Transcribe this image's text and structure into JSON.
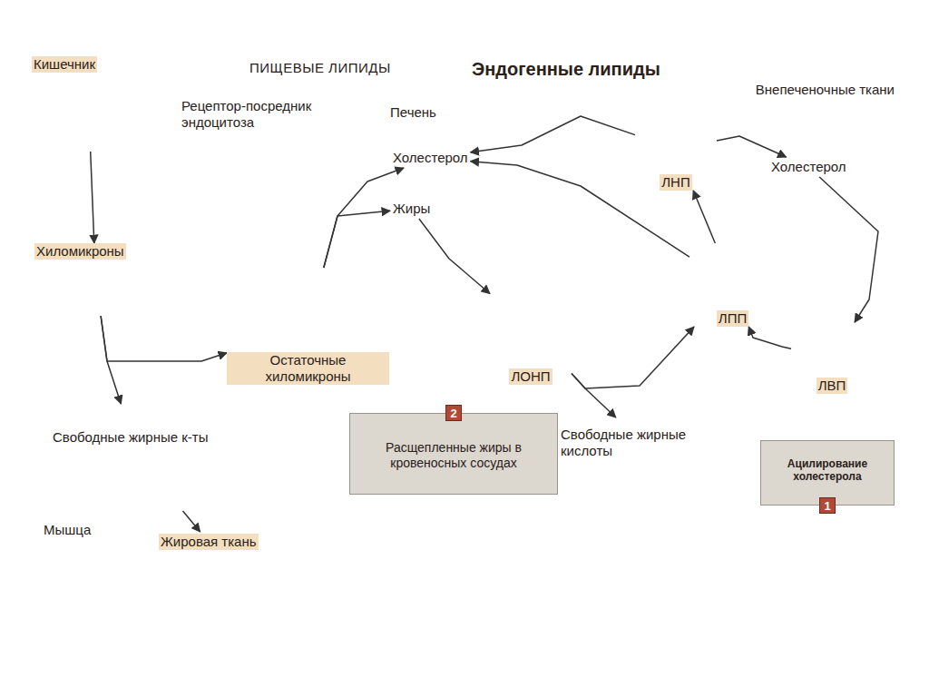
{
  "diagram": {
    "title": "Эндогенные липиды",
    "nodes": [
      {
        "text": [
          "Кишечник"
        ]
      },
      {
        "text": [
          "Хиломикроны"
        ]
      },
      {
        "text": [
          "Остаточные хиломикроны"
        ]
      },
      {
        "text": [
          "Печень"
        ]
      },
      {
        "text": [
          "Холестерол"
        ],
        "in": 3
      },
      {
        "text": [
          "Жиры"
        ],
        "in": 3
      },
      {
        "text": [
          "ЛОНП"
        ]
      },
      {
        "text": [
          "ЛПП"
        ]
      },
      {
        "text": [
          "ЛНП"
        ]
      },
      {
        "text": [
          "Внепеченочные ткани"
        ]
      },
      {
        "text": [
          "Холестерол"
        ],
        "in": 9
      },
      {
        "text": [
          "ЛВП"
        ]
      },
      {
        "text": [
          "Свободные жирные к-ты",
          "Мышца"
        ]
      },
      {
        "text": [
          "Жировая ткань"
        ]
      },
      {
        "text": [
          "Свободные жирные кислоты"
        ]
      },
      {
        "text": [
          "2",
          "Расщепленные жиры в кровеносных сосудах"
        ]
      },
      {
        "text": [
          "Ацилирование холестерола",
          "1"
        ]
      }
    ],
    "edges": [
      {
        "from": 0,
        "to": 1,
        "arrow": "to"
      },
      {
        "from": 1,
        "to": 2,
        "arrow": "to"
      },
      {
        "from": 1,
        "to": 12,
        "arrow": "to"
      },
      {
        "from": 12,
        "to": 13,
        "arrow": "to"
      },
      {
        "from": 2,
        "to": 5,
        "arrow": "to"
      },
      {
        "from": 2,
        "to": 4,
        "arrow": "to"
      },
      {
        "from": 5,
        "to": 6,
        "arrow": "to"
      },
      {
        "from": 6,
        "to": 7,
        "arrow": "to"
      },
      {
        "from": 6,
        "to": 14,
        "arrow": "to"
      },
      {
        "from": 7,
        "to": 4,
        "arrow": "to"
      },
      {
        "from": 7,
        "to": 8,
        "arrow": "to"
      },
      {
        "from": 8,
        "to": 4,
        "arrow": "to"
      },
      {
        "from": 8,
        "to": 10,
        "arrow": "to"
      },
      {
        "from": 10,
        "to": 11,
        "arrow": "to"
      },
      {
        "from": 11,
        "to": 7,
        "arrow": "to"
      }
    ],
    "labels": [
      "ПИЩЕВЫЕ ЛИПИДЫ"
    ],
    "legend": [
      {
        "text": "Рецептор-посредник эндоцитоза"
      }
    ]
  }
}
